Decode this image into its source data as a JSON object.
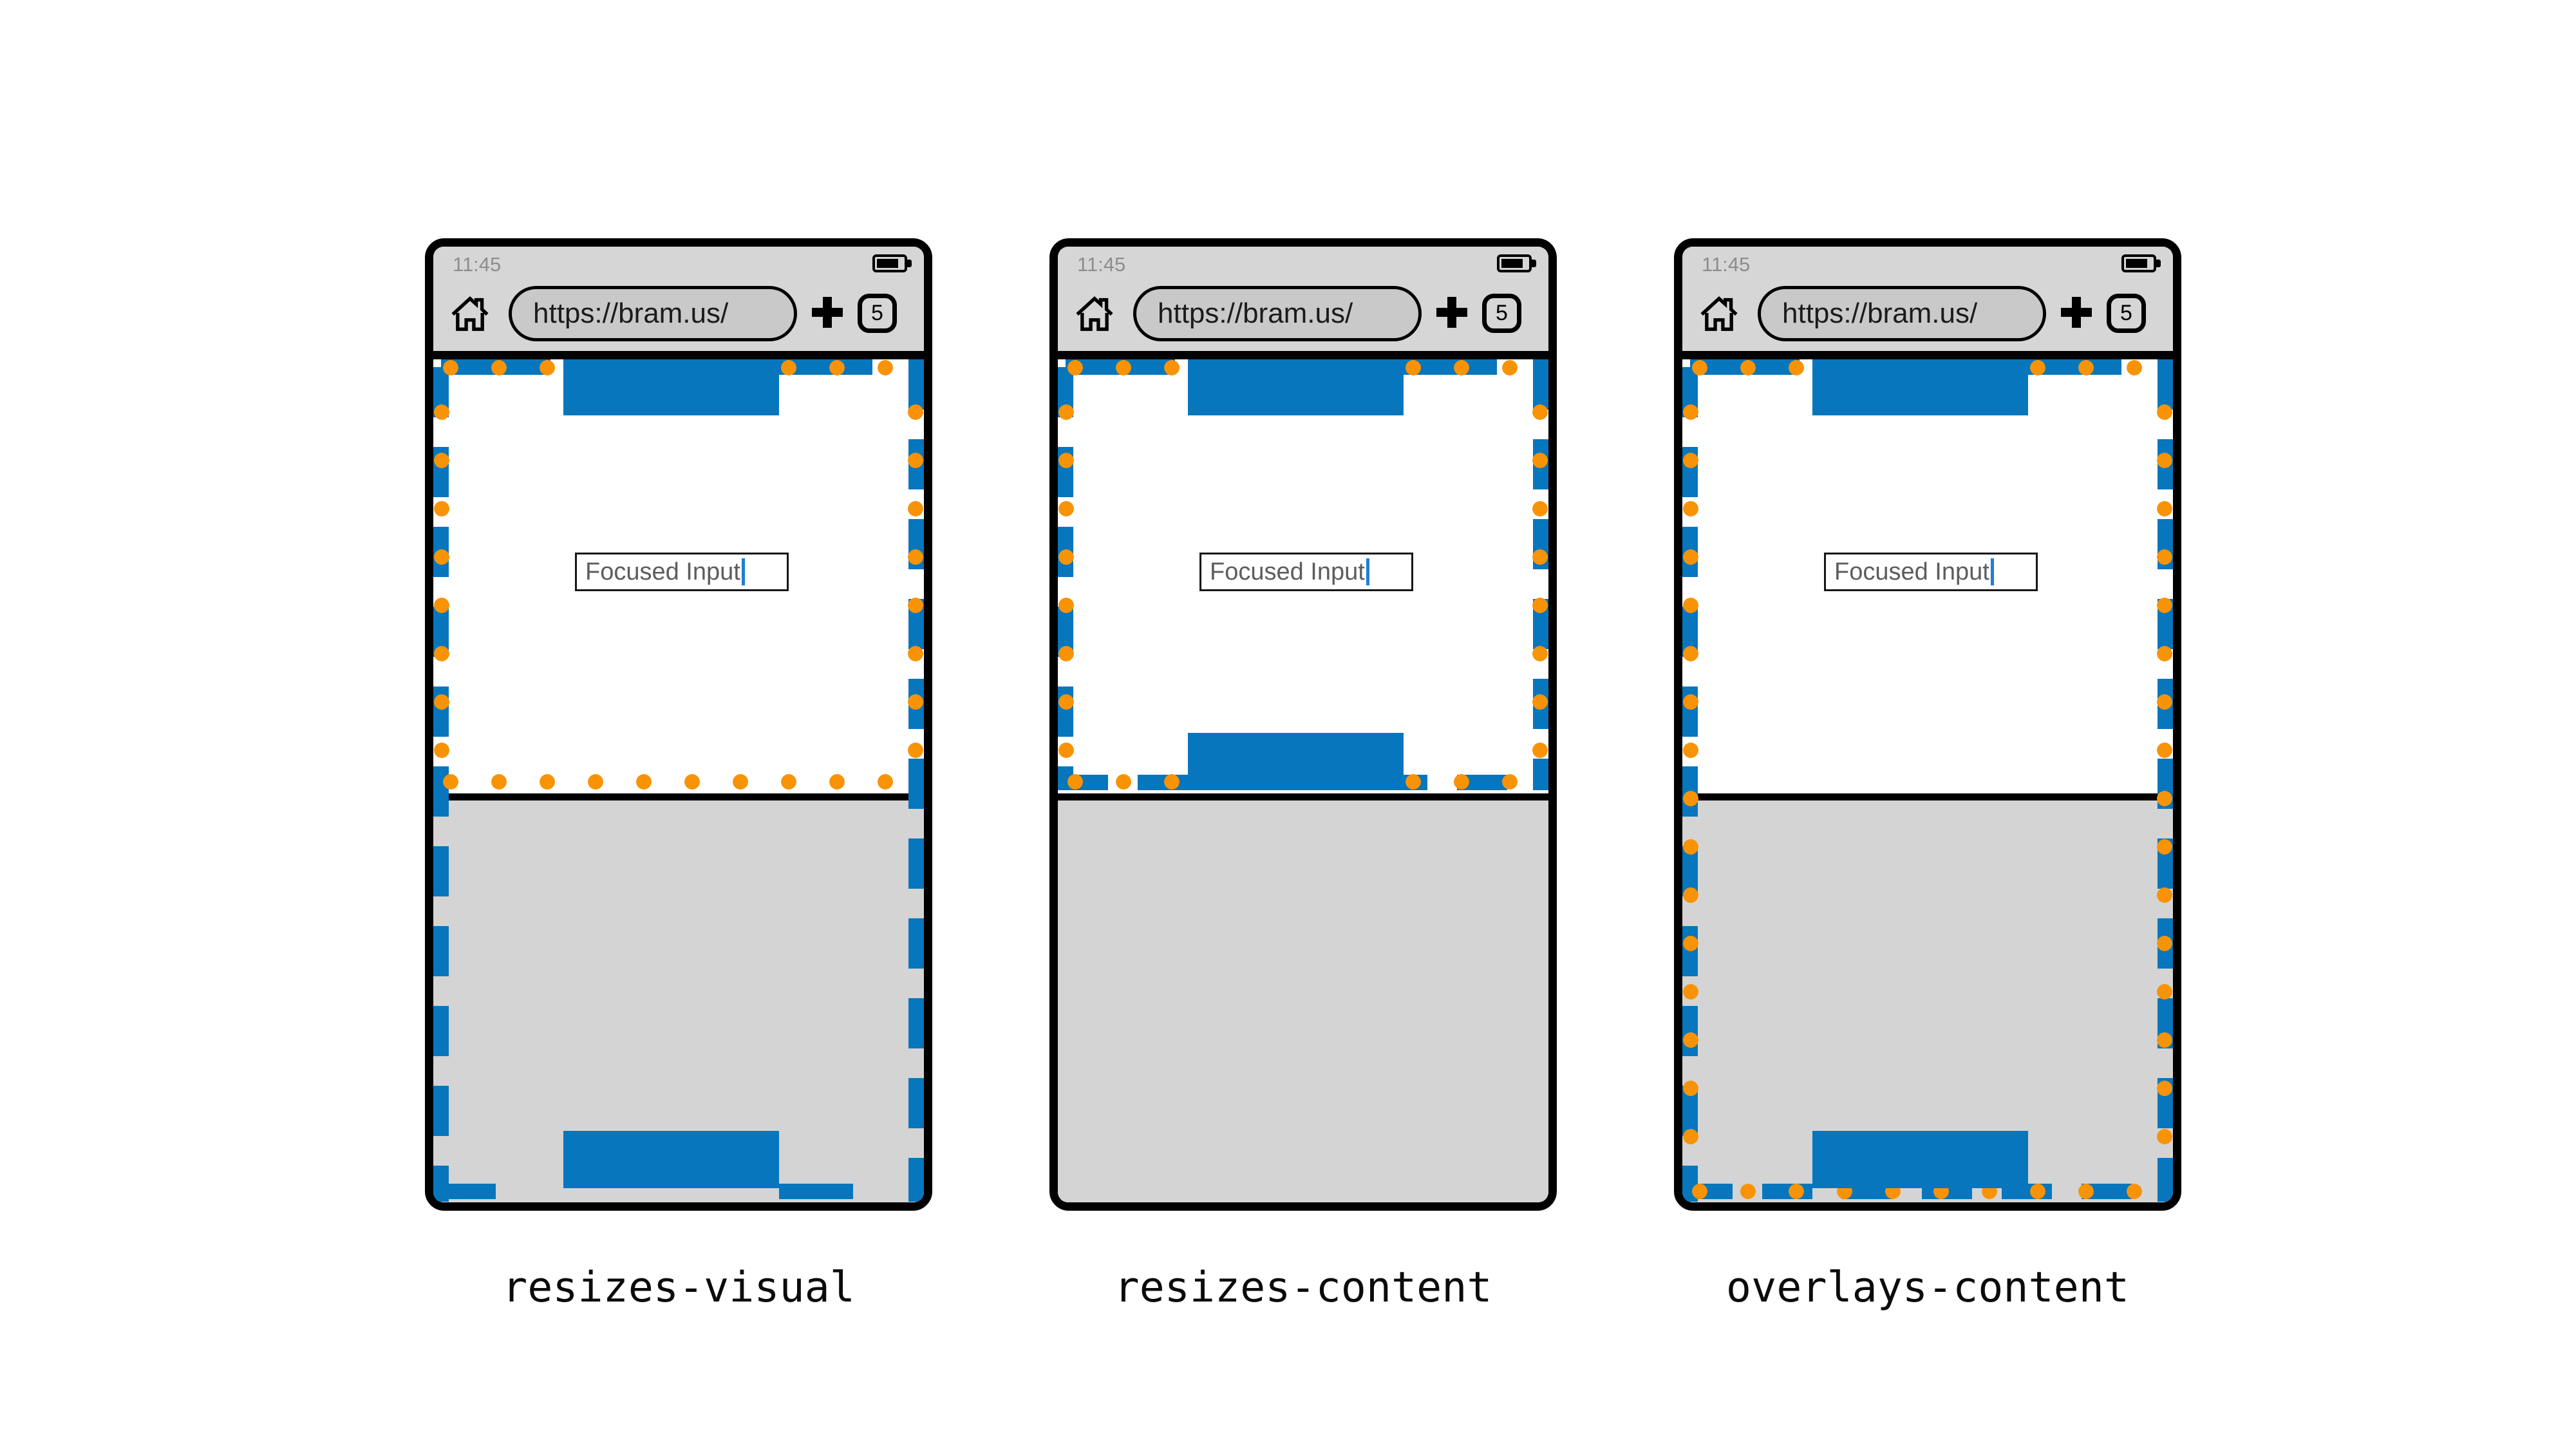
{
  "figure": {
    "phones": [
      {
        "mode_label": "resizes-visual",
        "chrome": {
          "time": "11:45",
          "url": "https://bram.us/",
          "tab_count": "5"
        },
        "page": {
          "input_value": "Focused Input"
        }
      },
      {
        "mode_label": "resizes-content",
        "chrome": {
          "time": "11:45",
          "url": "https://bram.us/",
          "tab_count": "5"
        },
        "page": {
          "input_value": "Focused Input"
        }
      },
      {
        "mode_label": "overlays-content",
        "chrome": {
          "time": "11:45",
          "url": "https://bram.us/",
          "tab_count": "5"
        },
        "page": {
          "input_value": "Focused Input"
        }
      }
    ],
    "colors": {
      "layout_viewport_blue": "#0776BC",
      "visual_viewport_orange": "#F99306",
      "keyboard_gray": "#D4D4D4",
      "browser_chrome_gray": "#D6D6D6",
      "url_pill_gray": "#C9C9C9"
    },
    "icons": {
      "home": "home-icon",
      "new_tab": "plus-icon",
      "tabs": "tab-count-button",
      "battery": "battery-icon",
      "caret": "text-caret"
    }
  }
}
